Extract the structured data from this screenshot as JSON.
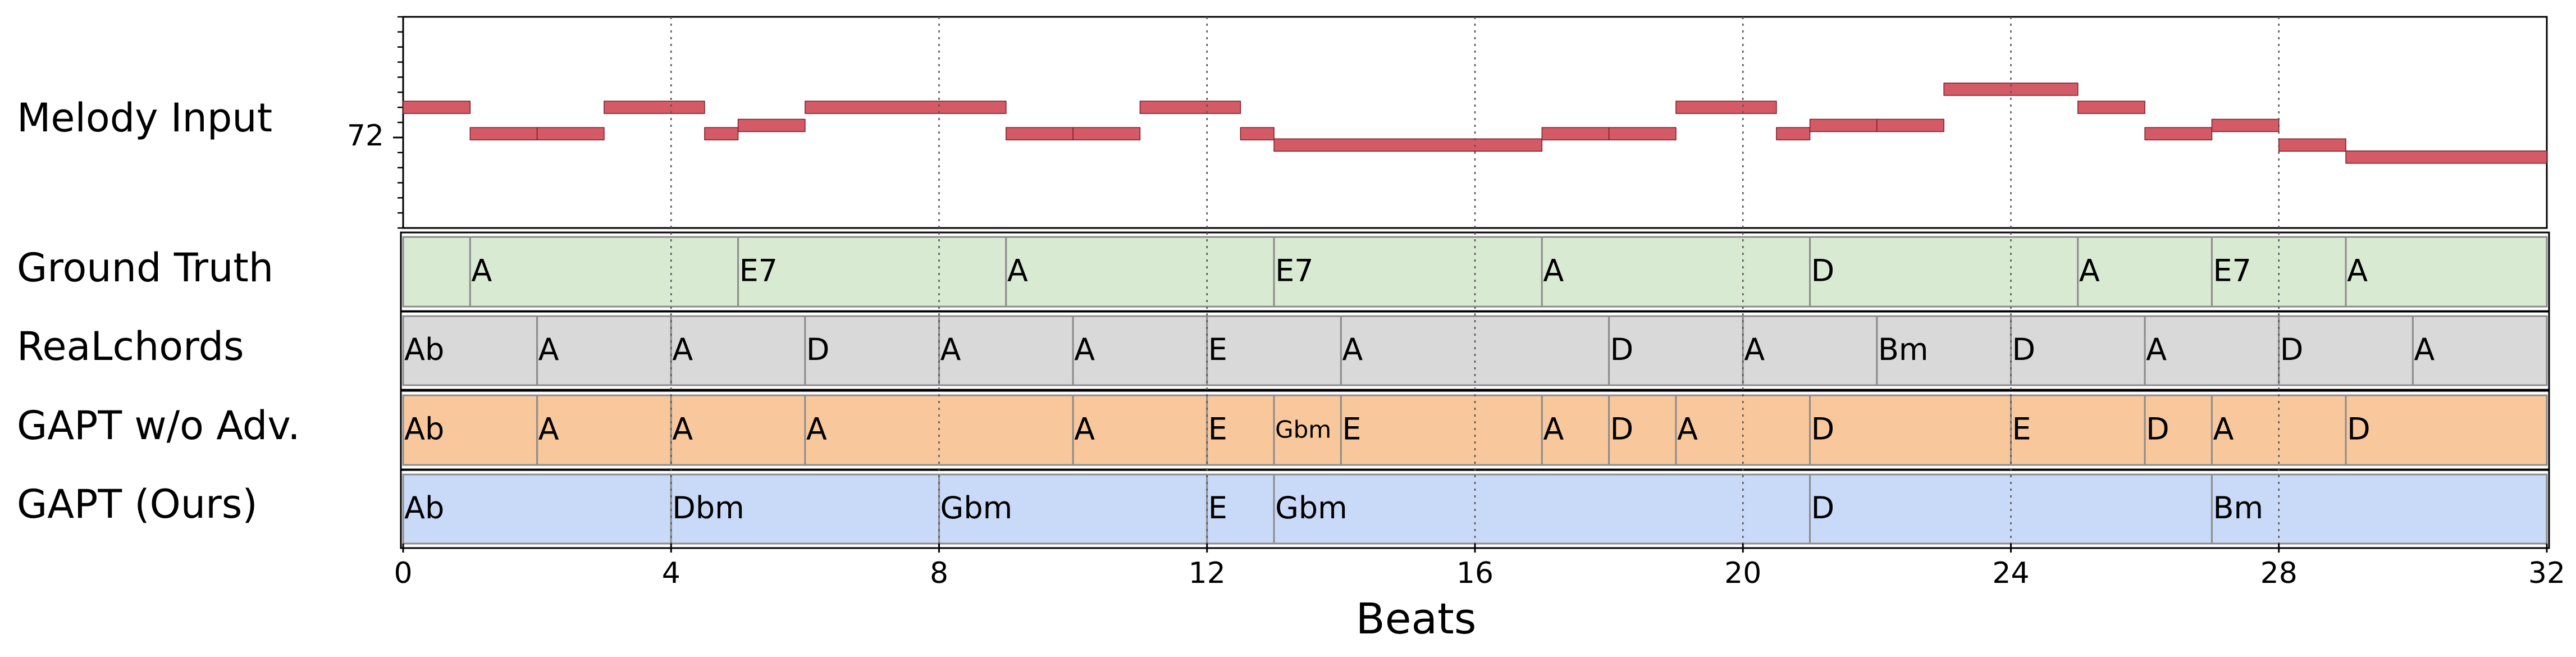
{
  "chart_data": {
    "type": "piano-roll",
    "xlabel": "Beats",
    "xlim": [
      0,
      32
    ],
    "x_ticks": [
      0,
      4,
      8,
      12,
      16,
      20,
      24,
      28,
      32
    ],
    "grid_x": true,
    "melody": {
      "label": "Melody Input",
      "y_tick": 72,
      "pitch_range": [
        66,
        80
      ],
      "color": "#d45a66",
      "notes": [
        {
          "start": 0,
          "end": 1,
          "pitch": 74
        },
        {
          "start": 1,
          "end": 2,
          "pitch": 72.25
        },
        {
          "start": 2,
          "end": 3,
          "pitch": 72.25
        },
        {
          "start": 3,
          "end": 4.5,
          "pitch": 74
        },
        {
          "start": 4.5,
          "end": 5,
          "pitch": 72.25
        },
        {
          "start": 5,
          "end": 6,
          "pitch": 72.8
        },
        {
          "start": 6,
          "end": 9,
          "pitch": 74
        },
        {
          "start": 9,
          "end": 10,
          "pitch": 72.25
        },
        {
          "start": 10,
          "end": 11,
          "pitch": 72.25
        },
        {
          "start": 11,
          "end": 12.5,
          "pitch": 74
        },
        {
          "start": 12.5,
          "end": 13,
          "pitch": 72.25
        },
        {
          "start": 13,
          "end": 17,
          "pitch": 71.5
        },
        {
          "start": 17,
          "end": 18,
          "pitch": 72.25
        },
        {
          "start": 18,
          "end": 19,
          "pitch": 72.25
        },
        {
          "start": 19,
          "end": 20.5,
          "pitch": 74
        },
        {
          "start": 20.5,
          "end": 21,
          "pitch": 72.25
        },
        {
          "start": 21,
          "end": 22,
          "pitch": 72.8
        },
        {
          "start": 22,
          "end": 23,
          "pitch": 72.8
        },
        {
          "start": 23,
          "end": 25,
          "pitch": 75.2
        },
        {
          "start": 25,
          "end": 26,
          "pitch": 74
        },
        {
          "start": 26,
          "end": 27,
          "pitch": 72.25
        },
        {
          "start": 27,
          "end": 28,
          "pitch": 72.8
        },
        {
          "start": 28,
          "end": 29,
          "pitch": 71.5
        },
        {
          "start": 29,
          "end": 32,
          "pitch": 70.7
        }
      ]
    },
    "chord_tracks": [
      {
        "label": "Ground Truth",
        "color": "#d9ead3",
        "chords": [
          {
            "start": 0,
            "end": 1,
            "label": ""
          },
          {
            "start": 1,
            "end": 5,
            "label": "A"
          },
          {
            "start": 5,
            "end": 9,
            "label": "E7"
          },
          {
            "start": 9,
            "end": 13,
            "label": "A"
          },
          {
            "start": 13,
            "end": 17,
            "label": "E7"
          },
          {
            "start": 17,
            "end": 21,
            "label": "A"
          },
          {
            "start": 21,
            "end": 25,
            "label": "D"
          },
          {
            "start": 25,
            "end": 27,
            "label": "A"
          },
          {
            "start": 27,
            "end": 29,
            "label": "E7"
          },
          {
            "start": 29,
            "end": 32,
            "label": "A"
          }
        ]
      },
      {
        "label": "ReaLchords",
        "color": "#d9d9d9",
        "chords": [
          {
            "start": 0,
            "end": 2,
            "label": "Ab"
          },
          {
            "start": 2,
            "end": 4,
            "label": "A"
          },
          {
            "start": 4,
            "end": 6,
            "label": "A"
          },
          {
            "start": 6,
            "end": 8,
            "label": "D"
          },
          {
            "start": 8,
            "end": 10,
            "label": "A"
          },
          {
            "start": 10,
            "end": 12,
            "label": "A"
          },
          {
            "start": 12,
            "end": 14,
            "label": "E"
          },
          {
            "start": 14,
            "end": 18,
            "label": "A"
          },
          {
            "start": 18,
            "end": 20,
            "label": "D"
          },
          {
            "start": 20,
            "end": 22,
            "label": "A"
          },
          {
            "start": 22,
            "end": 24,
            "label": "Bm"
          },
          {
            "start": 24,
            "end": 26,
            "label": "D"
          },
          {
            "start": 26,
            "end": 28,
            "label": "A"
          },
          {
            "start": 28,
            "end": 30,
            "label": "D"
          },
          {
            "start": 30,
            "end": 32,
            "label": "A"
          }
        ]
      },
      {
        "label": "GAPT w/o Adv.",
        "color": "#f8c89c",
        "chords": [
          {
            "start": 0,
            "end": 2,
            "label": "Ab"
          },
          {
            "start": 2,
            "end": 4,
            "label": "A"
          },
          {
            "start": 4,
            "end": 6,
            "label": "A"
          },
          {
            "start": 6,
            "end": 10,
            "label": "A"
          },
          {
            "start": 10,
            "end": 12,
            "label": "A"
          },
          {
            "start": 12,
            "end": 13,
            "label": "E"
          },
          {
            "start": 13,
            "end": 14,
            "label": "Gbm",
            "small": true
          },
          {
            "start": 14,
            "end": 17,
            "label": "E"
          },
          {
            "start": 17,
            "end": 18,
            "label": "A"
          },
          {
            "start": 18,
            "end": 19,
            "label": "D"
          },
          {
            "start": 19,
            "end": 21,
            "label": "A"
          },
          {
            "start": 21,
            "end": 24,
            "label": "D"
          },
          {
            "start": 24,
            "end": 26,
            "label": "E"
          },
          {
            "start": 26,
            "end": 27,
            "label": "D"
          },
          {
            "start": 27,
            "end": 29,
            "label": "A"
          },
          {
            "start": 29,
            "end": 32,
            "label": "D"
          }
        ]
      },
      {
        "label": "GAPT (Ours)",
        "color": "#c9daf8",
        "chords": [
          {
            "start": 0,
            "end": 4,
            "label": "Ab"
          },
          {
            "start": 4,
            "end": 8,
            "label": "Dbm"
          },
          {
            "start": 8,
            "end": 12,
            "label": "Gbm"
          },
          {
            "start": 12,
            "end": 13,
            "label": "E"
          },
          {
            "start": 13,
            "end": 21,
            "label": "Gbm"
          },
          {
            "start": 21,
            "end": 27,
            "label": "D"
          },
          {
            "start": 27,
            "end": 32,
            "label": "Bm"
          }
        ]
      }
    ]
  }
}
